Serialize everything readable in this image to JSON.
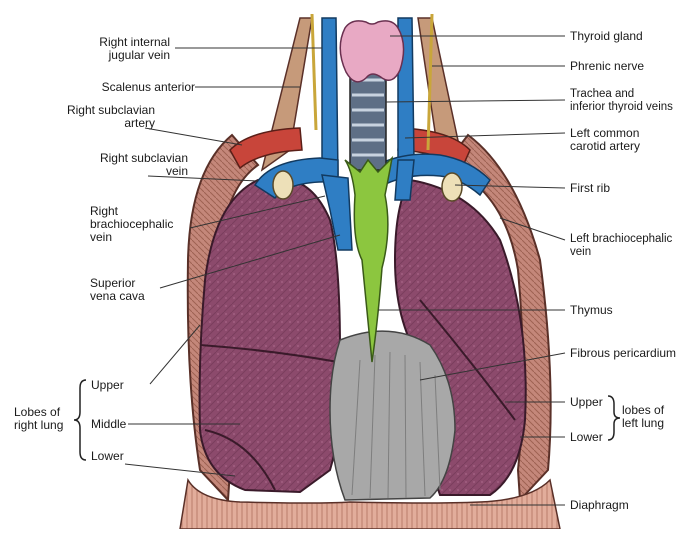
{
  "labels": {
    "right_internal_jugular_vein": "Right internal\njugular vein",
    "scalenus_anterior": "Scalenus anterior",
    "right_subclavian_artery": "Right subclavian\nartery",
    "right_subclavian_vein": "Right subclavian\nvein",
    "right_brachiocephalic_vein": "Right\nbrachiocephalic\nvein",
    "superior_vena_cava": "Superior\nvena cava",
    "upper_right": "Upper",
    "middle_right": "Middle",
    "lower_right": "Lower",
    "lobes_of_right_lung": "Lobes of\nright lung",
    "thyroid_gland": "Thyroid gland",
    "phrenic_nerve": "Phrenic nerve",
    "trachea_inferior_thyroid_veins": "Trachea and\ninferior thyroid veins",
    "left_common_carotid_artery": "Left common\ncarotid artery",
    "first_rib": "First rib",
    "left_brachiocephalic_vein": "Left brachiocephalic\nvein",
    "thymus": "Thymus",
    "fibrous_pericardium": "Fibrous pericardium",
    "upper_left": "Upper",
    "lower_left": "Lower",
    "lobes_of_left_lung": "lobes of\nleft lung",
    "diaphragm": "Diaphragm"
  },
  "colors": {
    "lung": "#8c4a6c",
    "lung_dark": "#5e2d47",
    "vein": "#2f7ec4",
    "artery": "#c8453a",
    "thymus": "#8cc63f",
    "pericardium": "#a8a8a8",
    "thyroid": "#e8a9c4",
    "diaphragm": "#d9a08e",
    "chest_wall": "#b97a6a",
    "nerve": "#c9a63a"
  }
}
